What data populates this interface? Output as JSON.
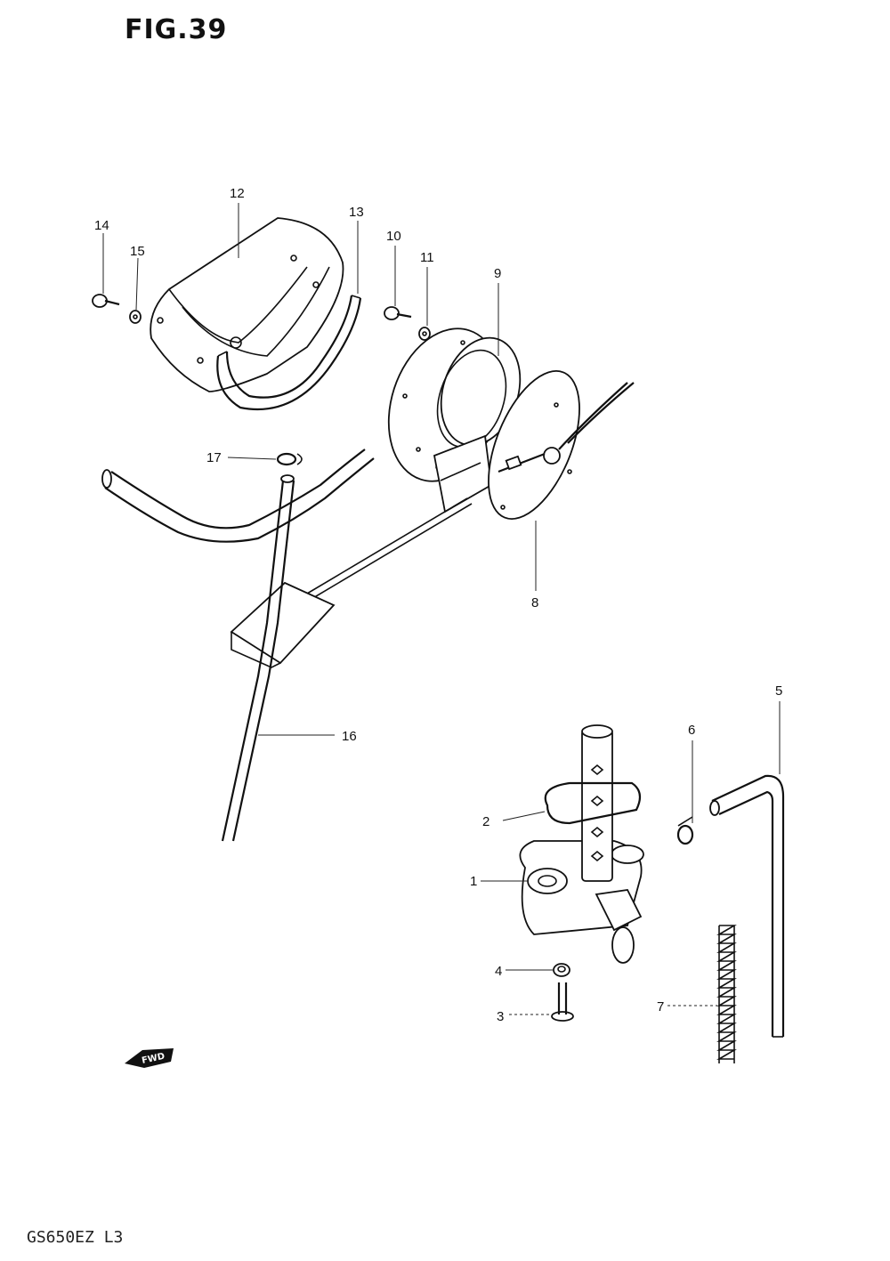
{
  "figure": {
    "title": "FIG.39",
    "model_code": "GS650EZ L3",
    "fwd_label": "FWD"
  },
  "callouts": [
    "1",
    "2",
    "3",
    "4",
    "5",
    "6",
    "7",
    "8",
    "9",
    "10",
    "11",
    "12",
    "13",
    "14",
    "15",
    "16",
    "17"
  ]
}
